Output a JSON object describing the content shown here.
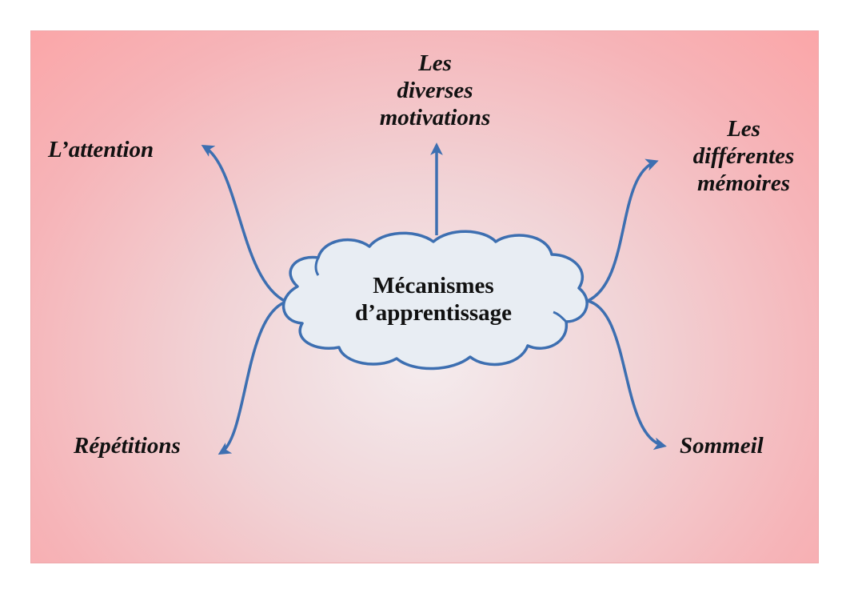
{
  "diagram": {
    "center": {
      "line1": "Mécanismes",
      "line2": "d’apprentissage"
    },
    "nodes": {
      "attention": "L’attention",
      "motivations": [
        "Les",
        "diverses",
        "motivations"
      ],
      "memoires": [
        "Les",
        "différentes",
        "mémoires"
      ],
      "repetitions": "Répétitions",
      "sommeil": "Sommeil"
    }
  },
  "colors": {
    "arrow": "#3d6fb1",
    "cloud_fill": "#e8edf3",
    "cloud_stroke": "#3d6fb1",
    "text": "#111111"
  }
}
